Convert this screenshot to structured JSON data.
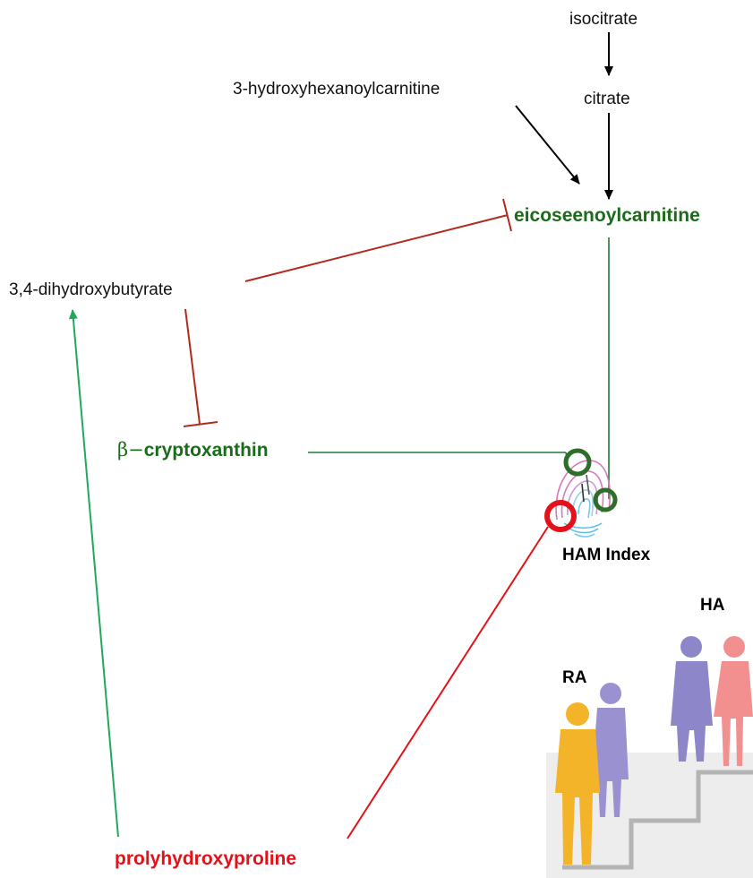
{
  "nodes": {
    "isocitrate": "isocitrate",
    "citrate": "citrate",
    "hydroxyhexanoyl": "3-hydroxyhexanoylcarnitine",
    "eicoseenoyl": "eicoseenoylcarnitine",
    "dihydroxybutyrate": "3,4-dihydroxybutyrate",
    "beta_symbol": "β−",
    "cryptoxanthin": "cryptoxanthin",
    "ham_index": "HAM Index",
    "ha": "HA",
    "ra": "RA",
    "prolyhydroxyproline": "prolyhydroxyproline"
  },
  "colors": {
    "activation": "#000000",
    "inhibition": "#b22a1e",
    "positive": "#1f7a3a",
    "green_arrow": "#22a85a",
    "negative": "#e3121a",
    "green_text": "#1a6b1a",
    "red_text": "#e3121a"
  },
  "edges": [
    {
      "from": "isocitrate",
      "to": "citrate",
      "type": "activation"
    },
    {
      "from": "citrate",
      "to": "eicoseenoylcarnitine",
      "type": "activation"
    },
    {
      "from": "3-hydroxyhexanoylcarnitine",
      "to": "eicoseenoylcarnitine",
      "type": "activation"
    },
    {
      "from": "3,4-dihydroxybutyrate",
      "to": "eicoseenoylcarnitine",
      "type": "inhibition"
    },
    {
      "from": "3,4-dihydroxybutyrate",
      "to": "β-cryptoxanthin",
      "type": "inhibition"
    },
    {
      "from": "eicoseenoylcarnitine",
      "to": "HAM Index",
      "type": "positive"
    },
    {
      "from": "β-cryptoxanthin",
      "to": "HAM Index",
      "type": "positive"
    },
    {
      "from": "prolyhydroxyproline",
      "to": "HAM Index",
      "type": "negative"
    },
    {
      "from": "prolyhydroxyproline",
      "to": "3,4-dihydroxybutyrate",
      "type": "activation"
    }
  ],
  "icons": [
    "fingerprint-icon",
    "people-staircase-icon"
  ]
}
